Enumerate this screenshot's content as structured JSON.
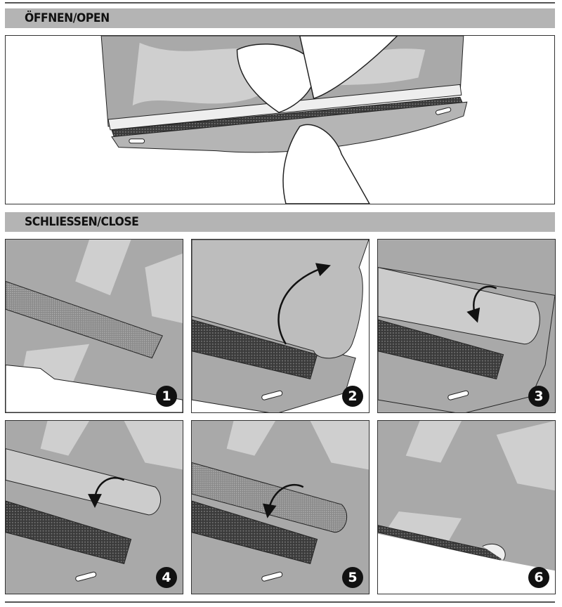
{
  "sections": {
    "open": {
      "title": "ÖFFNEN/OPEN"
    },
    "close": {
      "title": "SCHLIESSEN/CLOSE"
    }
  },
  "steps": [
    {
      "number": "1"
    },
    {
      "number": "2"
    },
    {
      "number": "3"
    },
    {
      "number": "4"
    },
    {
      "number": "5"
    },
    {
      "number": "6"
    }
  ],
  "colors": {
    "header_bar": "#b4b4b4",
    "fabric": "#a9a9a9",
    "camo": "#cfcfcf",
    "velcro": "#3e3e3e"
  }
}
